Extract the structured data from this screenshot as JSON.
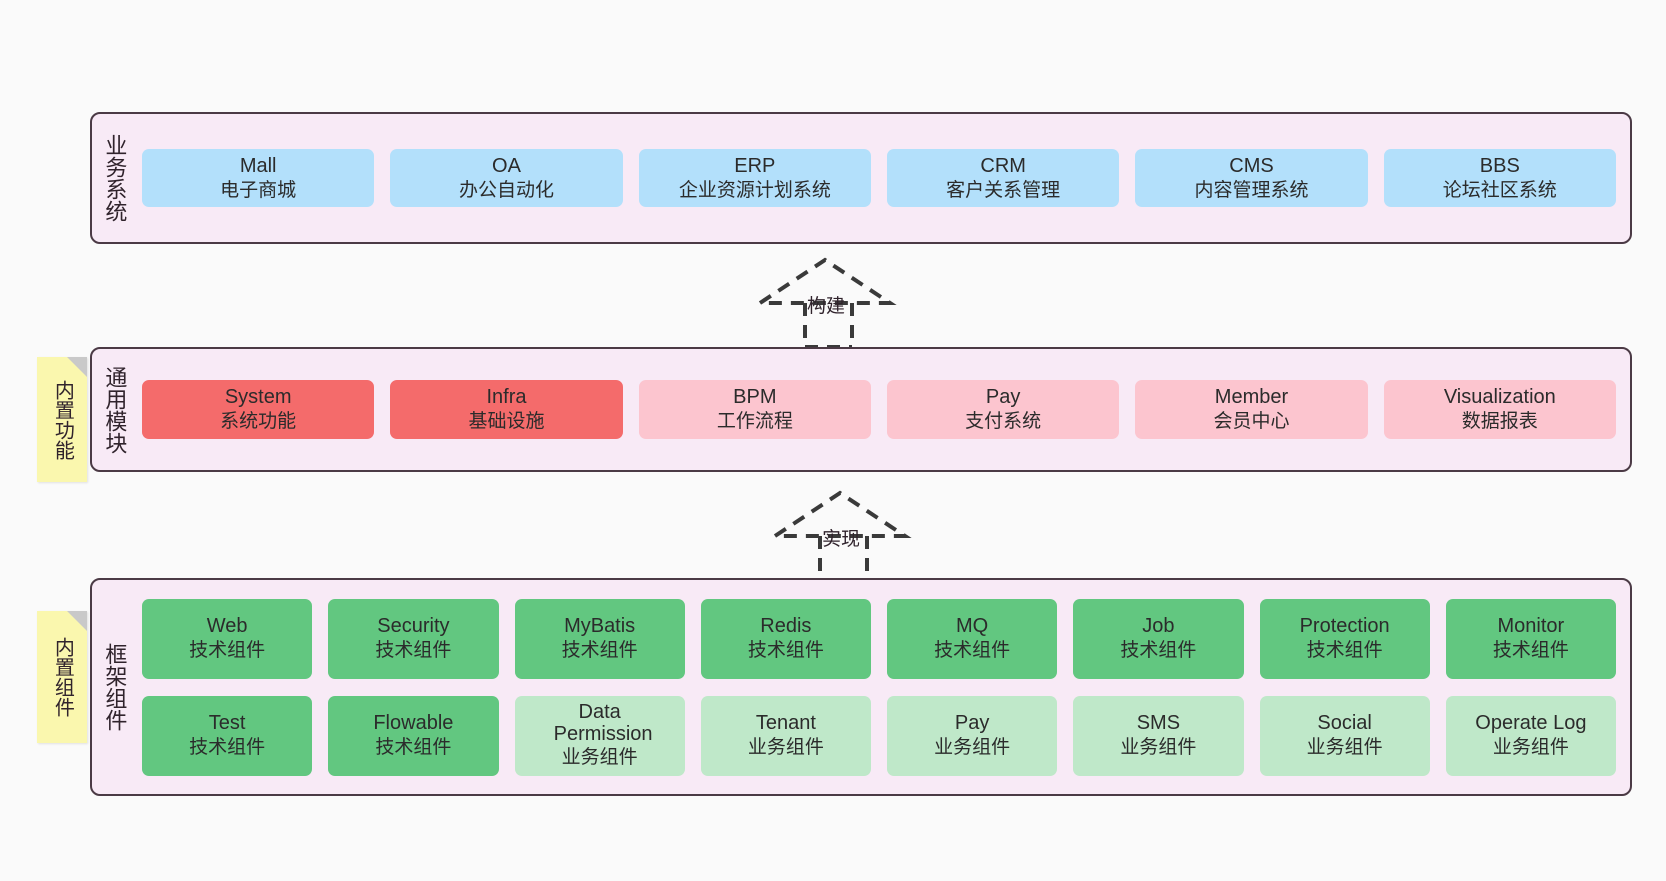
{
  "diagram": {
    "background": "#fafafa",
    "container_fill": "#f8eaf6",
    "container_stroke": "#4b3a45",
    "colors": {
      "blue": "#b3e0fb",
      "red": "#f46b6b",
      "pink": "#fcc5cf",
      "green": "#62c780",
      "light_green": "#bfe8c9",
      "sticky_yellow": "#faf7ae",
      "sticky_fold": "#c9c9c9"
    }
  },
  "layers": [
    {
      "id": "business-system",
      "label": "业务系统",
      "rows": [
        {
          "nodes": [
            {
              "en": "Mall",
              "cn": "电子商城",
              "color": "blue"
            },
            {
              "en": "OA",
              "cn": "办公自动化",
              "color": "blue"
            },
            {
              "en": "ERP",
              "cn": "企业资源计划系统",
              "color": "blue"
            },
            {
              "en": "CRM",
              "cn": "客户关系管理",
              "color": "blue"
            },
            {
              "en": "CMS",
              "cn": "内容管理系统",
              "color": "blue"
            },
            {
              "en": "BBS",
              "cn": "论坛社区系统",
              "color": "blue"
            }
          ]
        }
      ]
    },
    {
      "id": "common-module",
      "label": "通用模块",
      "sticky": "内置功能",
      "rows": [
        {
          "nodes": [
            {
              "en": "System",
              "cn": "系统功能",
              "color": "red"
            },
            {
              "en": "Infra",
              "cn": "基础设施",
              "color": "red"
            },
            {
              "en": "BPM",
              "cn": "工作流程",
              "color": "pink"
            },
            {
              "en": "Pay",
              "cn": "支付系统",
              "color": "pink"
            },
            {
              "en": "Member",
              "cn": "会员中心",
              "color": "pink"
            },
            {
              "en": "Visualization",
              "cn": "数据报表",
              "color": "pink"
            }
          ]
        }
      ]
    },
    {
      "id": "framework-component",
      "label": "框架组件",
      "sticky": "内置组件",
      "rows": [
        {
          "nodes": [
            {
              "en": "Web",
              "cn": "技术组件",
              "color": "green"
            },
            {
              "en": "Security",
              "cn": "技术组件",
              "color": "green"
            },
            {
              "en": "MyBatis",
              "cn": "技术组件",
              "color": "green"
            },
            {
              "en": "Redis",
              "cn": "技术组件",
              "color": "green"
            },
            {
              "en": "MQ",
              "cn": "技术组件",
              "color": "green"
            },
            {
              "en": "Job",
              "cn": "技术组件",
              "color": "green"
            },
            {
              "en": "Protection",
              "cn": "技术组件",
              "color": "green"
            },
            {
              "en": "Monitor",
              "cn": "技术组件",
              "color": "green"
            }
          ]
        },
        {
          "nodes": [
            {
              "en": "Test",
              "cn": "技术组件",
              "color": "green"
            },
            {
              "en": "Flowable",
              "cn": "技术组件",
              "color": "green"
            },
            {
              "en": "Data Permission",
              "cn": "业务组件",
              "color": "lgreen"
            },
            {
              "en": "Tenant",
              "cn": "业务组件",
              "color": "lgreen"
            },
            {
              "en": "Pay",
              "cn": "业务组件",
              "color": "lgreen"
            },
            {
              "en": "SMS",
              "cn": "业务组件",
              "color": "lgreen"
            },
            {
              "en": "Social",
              "cn": "业务组件",
              "color": "lgreen"
            },
            {
              "en": "Operate Log",
              "cn": "业务组件",
              "color": "lgreen"
            }
          ]
        }
      ]
    }
  ],
  "connectors": [
    {
      "id": "build",
      "label": "构建"
    },
    {
      "id": "implement",
      "label": "实现"
    }
  ]
}
